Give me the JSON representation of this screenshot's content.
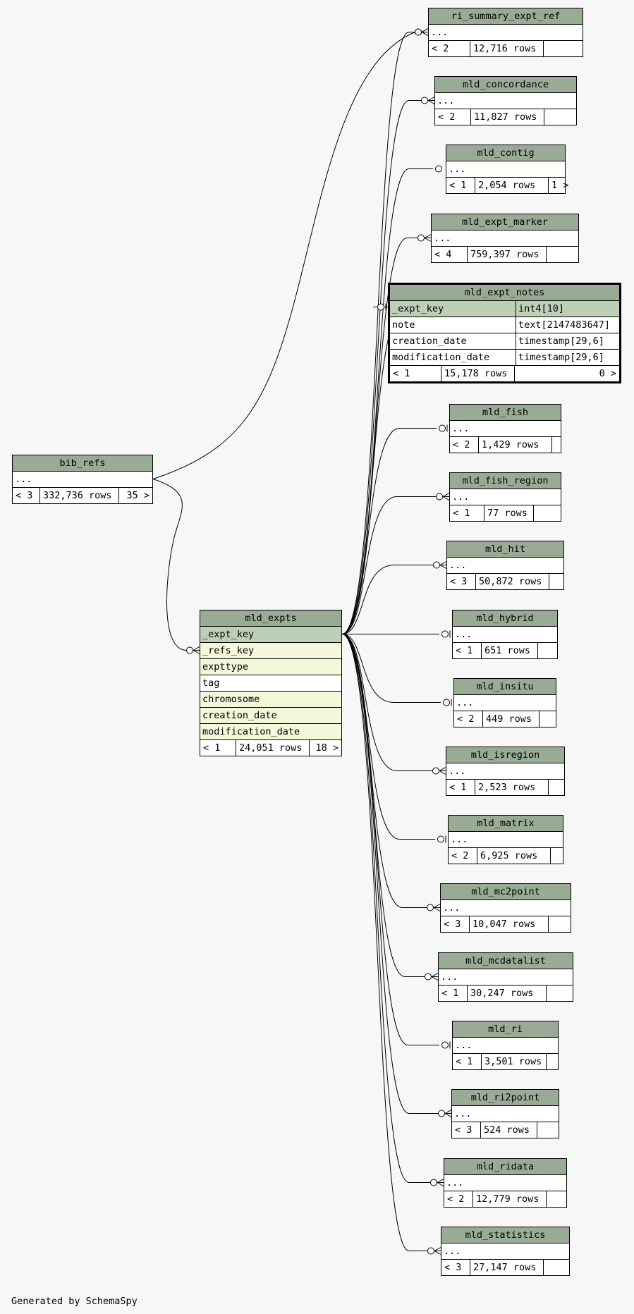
{
  "tables": [
    {
      "id": "ri_summary_expt_ref",
      "name": "ri_summary_expt_ref",
      "rows": [
        {
          "name": "...",
          "cls": "plain"
        }
      ],
      "parents": "< 2",
      "count": "12,716 rows",
      "children": ""
    },
    {
      "id": "mld_concordance",
      "name": "mld_concordance",
      "rows": [
        {
          "name": "...",
          "cls": "plain"
        }
      ],
      "parents": "< 2",
      "count": "11,827 rows",
      "children": ""
    },
    {
      "id": "mld_contig",
      "name": "mld_contig",
      "rows": [
        {
          "name": "...",
          "cls": "plain"
        }
      ],
      "parents": "< 1",
      "count": "2,054 rows",
      "children": "1 >"
    },
    {
      "id": "mld_expt_marker",
      "name": "mld_expt_marker",
      "rows": [
        {
          "name": "...",
          "cls": "plain"
        }
      ],
      "parents": "< 4",
      "count": "759,397 rows",
      "children": ""
    },
    {
      "id": "mld_expt_notes",
      "name": "mld_expt_notes",
      "focus": true,
      "rows": [
        {
          "name": "_expt_key",
          "type": "int4[10]",
          "cls": "pk"
        },
        {
          "name": "note",
          "type": "text[2147483647]",
          "cls": "plain"
        },
        {
          "name": "creation_date",
          "type": "timestamp[29,6]",
          "cls": "plain"
        },
        {
          "name": "modification_date",
          "type": "timestamp[29,6]",
          "cls": "plain"
        }
      ],
      "parents": "< 1",
      "count": "15,178 rows",
      "children": "0 >"
    },
    {
      "id": "mld_fish",
      "name": "mld_fish",
      "rows": [
        {
          "name": "...",
          "cls": "plain"
        }
      ],
      "parents": "< 2",
      "count": "1,429 rows",
      "children": ""
    },
    {
      "id": "mld_fish_region",
      "name": "mld_fish_region",
      "rows": [
        {
          "name": "...",
          "cls": "plain"
        }
      ],
      "parents": "< 1",
      "count": "77 rows",
      "children": ""
    },
    {
      "id": "mld_hit",
      "name": "mld_hit",
      "rows": [
        {
          "name": "...",
          "cls": "plain"
        }
      ],
      "parents": "< 3",
      "count": "50,872 rows",
      "children": ""
    },
    {
      "id": "mld_hybrid",
      "name": "mld_hybrid",
      "rows": [
        {
          "name": "...",
          "cls": "plain"
        }
      ],
      "parents": "< 1",
      "count": "651 rows",
      "children": ""
    },
    {
      "id": "mld_insitu",
      "name": "mld_insitu",
      "rows": [
        {
          "name": "...",
          "cls": "plain"
        }
      ],
      "parents": "< 2",
      "count": "449 rows",
      "children": ""
    },
    {
      "id": "mld_isregion",
      "name": "mld_isregion",
      "rows": [
        {
          "name": "...",
          "cls": "plain"
        }
      ],
      "parents": "< 1",
      "count": "2,523 rows",
      "children": ""
    },
    {
      "id": "mld_matrix",
      "name": "mld_matrix",
      "rows": [
        {
          "name": "...",
          "cls": "plain"
        }
      ],
      "parents": "< 2",
      "count": "6,925 rows",
      "children": ""
    },
    {
      "id": "mld_mc2point",
      "name": "mld_mc2point",
      "rows": [
        {
          "name": "...",
          "cls": "plain"
        }
      ],
      "parents": "< 3",
      "count": "10,047 rows",
      "children": ""
    },
    {
      "id": "mld_mcdatalist",
      "name": "mld_mcdatalist",
      "rows": [
        {
          "name": "...",
          "cls": "plain"
        }
      ],
      "parents": "< 1",
      "count": "30,247 rows",
      "children": ""
    },
    {
      "id": "mld_ri",
      "name": "mld_ri",
      "rows": [
        {
          "name": "...",
          "cls": "plain"
        }
      ],
      "parents": "< 1",
      "count": "3,501 rows",
      "children": ""
    },
    {
      "id": "mld_ri2point",
      "name": "mld_ri2point",
      "rows": [
        {
          "name": "...",
          "cls": "plain"
        }
      ],
      "parents": "< 3",
      "count": "524 rows",
      "children": ""
    },
    {
      "id": "mld_ridata",
      "name": "mld_ridata",
      "rows": [
        {
          "name": "...",
          "cls": "plain"
        }
      ],
      "parents": "< 2",
      "count": "12,779 rows",
      "children": ""
    },
    {
      "id": "mld_statistics",
      "name": "mld_statistics",
      "rows": [
        {
          "name": "...",
          "cls": "plain"
        }
      ],
      "parents": "< 3",
      "count": "27,147 rows",
      "children": ""
    },
    {
      "id": "bib_refs",
      "name": "bib_refs",
      "rows": [
        {
          "name": "...",
          "cls": "plain"
        }
      ],
      "parents": "< 3",
      "count": "332,736 rows",
      "children": "35 >"
    },
    {
      "id": "mld_expts",
      "name": "mld_expts",
      "rows": [
        {
          "name": "_expt_key",
          "cls": "pk"
        },
        {
          "name": "_refs_key",
          "cls": "fk"
        },
        {
          "name": "expttype",
          "cls": "fk"
        },
        {
          "name": "tag",
          "cls": "plain"
        },
        {
          "name": "chromosome",
          "cls": "fk"
        },
        {
          "name": "creation_date",
          "cls": "fk"
        },
        {
          "name": "modification_date",
          "cls": "fk"
        }
      ],
      "parents": "< 1",
      "count": "24,051 rows",
      "children": "18 >"
    }
  ],
  "relationships": [
    {
      "from": "bib_refs",
      "to": "ri_summary_expt_ref",
      "child_end": "many"
    },
    {
      "from": "bib_refs",
      "to": "mld_expts",
      "child_end": "many"
    },
    {
      "from": "mld_expts",
      "to": "ri_summary_expt_ref",
      "child_end": "many"
    },
    {
      "from": "mld_expts",
      "to": "mld_concordance",
      "child_end": "many"
    },
    {
      "from": "mld_expts",
      "to": "mld_contig",
      "child_end": "zero-or-one"
    },
    {
      "from": "mld_expts",
      "to": "mld_expt_marker",
      "child_end": "many"
    },
    {
      "from": "mld_expts",
      "to": "mld_expt_notes",
      "child_end": "one"
    },
    {
      "from": "mld_expts",
      "to": "mld_fish",
      "child_end": "one"
    },
    {
      "from": "mld_expts",
      "to": "mld_fish_region",
      "child_end": "many"
    },
    {
      "from": "mld_expts",
      "to": "mld_hit",
      "child_end": "many"
    },
    {
      "from": "mld_expts",
      "to": "mld_hybrid",
      "child_end": "one"
    },
    {
      "from": "mld_expts",
      "to": "mld_insitu",
      "child_end": "one"
    },
    {
      "from": "mld_expts",
      "to": "mld_isregion",
      "child_end": "many"
    },
    {
      "from": "mld_expts",
      "to": "mld_matrix",
      "child_end": "one"
    },
    {
      "from": "mld_expts",
      "to": "mld_mc2point",
      "child_end": "many"
    },
    {
      "from": "mld_expts",
      "to": "mld_mcdatalist",
      "child_end": "many"
    },
    {
      "from": "mld_expts",
      "to": "mld_ri",
      "child_end": "one"
    },
    {
      "from": "mld_expts",
      "to": "mld_ri2point",
      "child_end": "many"
    },
    {
      "from": "mld_expts",
      "to": "mld_ridata",
      "child_end": "many"
    },
    {
      "from": "mld_expts",
      "to": "mld_statistics",
      "child_end": "many"
    }
  ],
  "footer": "Generated by SchemaSpy"
}
